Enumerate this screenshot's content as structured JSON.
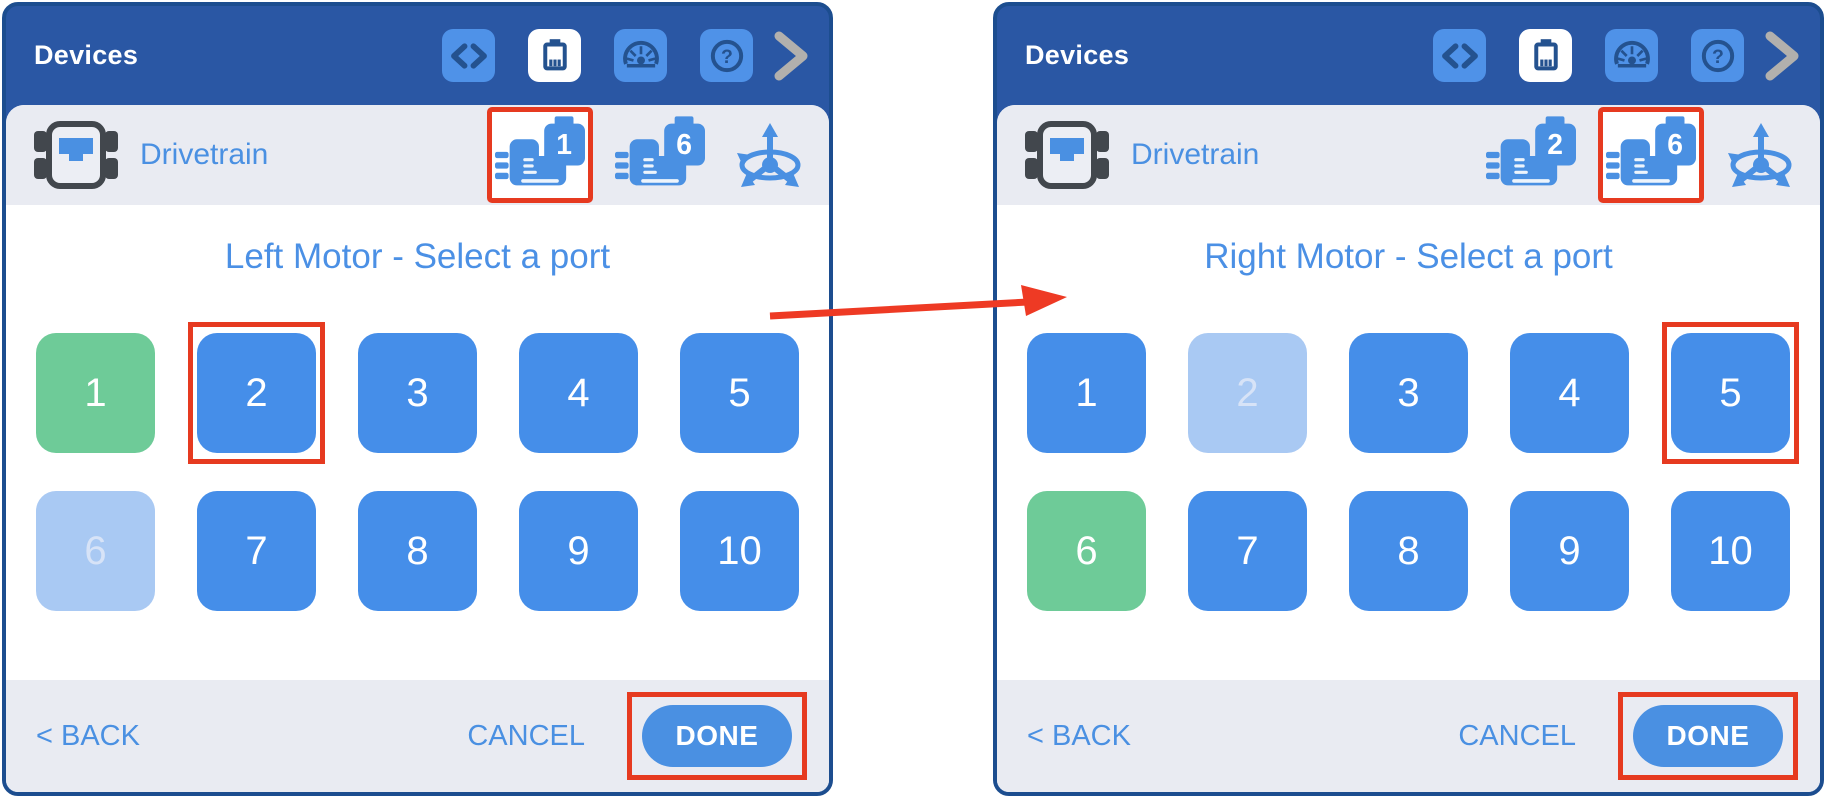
{
  "colors": {
    "header_blue": "#2a57a4",
    "panel_border_blue": "#1c4d8f",
    "icon_button_blue": "#4f92e8",
    "accent_blue": "#4a90e2",
    "port_blue": "#458ee9",
    "port_selected_green": "#6ecb98",
    "port_disabled_blue": "#a9c9f3",
    "bar_gray": "#e9ebf2",
    "annotation_red": "#e63a20",
    "chevron_gray": "#b2b0ad"
  },
  "icons": {
    "code_glyph": "<>",
    "devices_glyph": "device-port",
    "dashboard_glyph": "gauge",
    "help_glyph": "?",
    "next_glyph": "chevron-right"
  },
  "panels": [
    {
      "header": {
        "title": "Devices"
      },
      "device_bar": {
        "device_label": "Drivetrain",
        "motor_badges": [
          {
            "value": "1",
            "state": "annotated"
          },
          {
            "value": "6",
            "state": "normal"
          }
        ]
      },
      "title": "Left Motor - Select a port",
      "ports": [
        {
          "label": "1",
          "state": "selected"
        },
        {
          "label": "2",
          "state": "normal annotated"
        },
        {
          "label": "3",
          "state": "normal"
        },
        {
          "label": "4",
          "state": "normal"
        },
        {
          "label": "5",
          "state": "normal"
        },
        {
          "label": "6",
          "state": "disabled"
        },
        {
          "label": "7",
          "state": "normal"
        },
        {
          "label": "8",
          "state": "normal"
        },
        {
          "label": "9",
          "state": "normal"
        },
        {
          "label": "10",
          "state": "normal"
        }
      ],
      "footer": {
        "back_label": "< BACK",
        "cancel_label": "CANCEL",
        "done_label": "DONE",
        "done_state": "annotated"
      }
    },
    {
      "header": {
        "title": "Devices"
      },
      "device_bar": {
        "device_label": "Drivetrain",
        "motor_badges": [
          {
            "value": "2",
            "state": "normal"
          },
          {
            "value": "6",
            "state": "annotated"
          }
        ]
      },
      "title": "Right Motor - Select a port",
      "ports": [
        {
          "label": "1",
          "state": "normal"
        },
        {
          "label": "2",
          "state": "disabled"
        },
        {
          "label": "3",
          "state": "normal"
        },
        {
          "label": "4",
          "state": "normal"
        },
        {
          "label": "5",
          "state": "normal annotated"
        },
        {
          "label": "6",
          "state": "selected"
        },
        {
          "label": "7",
          "state": "normal"
        },
        {
          "label": "8",
          "state": "normal"
        },
        {
          "label": "9",
          "state": "normal"
        },
        {
          "label": "10",
          "state": "normal"
        }
      ],
      "footer": {
        "back_label": "< BACK",
        "cancel_label": "CANCEL",
        "done_label": "DONE",
        "done_state": "annotated"
      }
    }
  ]
}
